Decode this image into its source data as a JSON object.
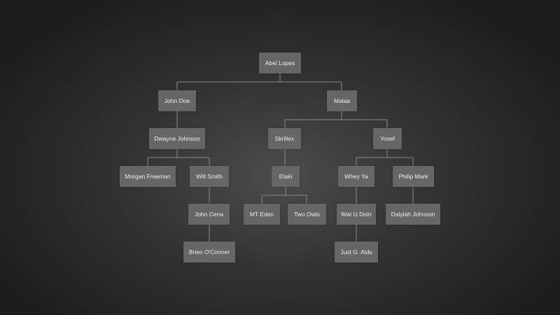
{
  "org_chart": {
    "nodes": {
      "abel": "Abel Lopes",
      "john_doe": "John Doe",
      "malaa": "Malaa",
      "dwayne": "Dwayne Johnson",
      "skrillex": "Skrillex",
      "yosef": "Yosef",
      "morgan": "Morgan Freeman",
      "will": "Will Smith",
      "elaki": "Elaki",
      "whey": "Whey Ya",
      "philip": "Philip Mark",
      "john_cena": "John Cena",
      "mt_eden": "MT Eden",
      "two_owls": "Two Owls",
      "wat": "Wat U Doin",
      "dalylah": "Dalylah Johnson",
      "brien": "Brien O'Conner",
      "just": "Just G. Aids"
    },
    "colors": {
      "node": "#666666",
      "line": "#8a8a8a",
      "text": "#eeeeee"
    }
  }
}
